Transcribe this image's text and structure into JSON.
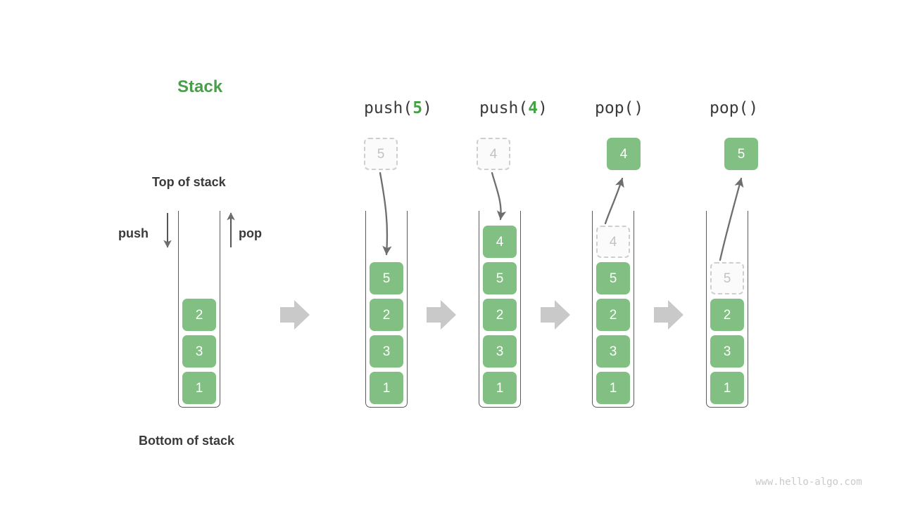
{
  "title": "Stack",
  "labels": {
    "top_of_stack": "Top of stack",
    "bottom_of_stack": "Bottom of stack",
    "push": "push",
    "pop": "pop"
  },
  "watermark": "www.hello-algo.com",
  "colors": {
    "node_green": "#81c082",
    "title_green": "#4a9e4a",
    "arg_green": "#46a046",
    "ghost_fill": "#fbfbfb",
    "ghost_border": "#cfcfcf",
    "ghost_text": "#c2c2c2",
    "container_stroke": "#5a5a5a",
    "arrow_grey": "#6e6e6e",
    "transition_arrow": "#c9c9c9",
    "text_dark": "#3a3a3a",
    "watermark_grey": "#c9c9c9"
  },
  "steps": [
    {
      "id": "initial",
      "header": "",
      "header_prefix": "",
      "header_arg": "",
      "header_suffix": "",
      "stack": [
        "2",
        "3",
        "1"
      ],
      "incoming": null,
      "outgoing": null,
      "ghost_in_stack": null
    },
    {
      "id": "push-5",
      "header": "push(5)",
      "header_prefix": "push(",
      "header_arg": "5",
      "header_suffix": ")",
      "stack": [
        "5",
        "2",
        "3",
        "1"
      ],
      "incoming": "5",
      "outgoing": null,
      "ghost_in_stack": null
    },
    {
      "id": "push-4",
      "header": "push(4)",
      "header_prefix": "push(",
      "header_arg": "4",
      "header_suffix": ")",
      "stack": [
        "4",
        "5",
        "2",
        "3",
        "1"
      ],
      "incoming": "4",
      "outgoing": null,
      "ghost_in_stack": null
    },
    {
      "id": "pop-1",
      "header": "pop()",
      "header_prefix": "pop(",
      "header_arg": "",
      "header_suffix": ")",
      "stack": [
        "5",
        "2",
        "3",
        "1"
      ],
      "incoming": null,
      "outgoing": "4",
      "ghost_in_stack": "4"
    },
    {
      "id": "pop-2",
      "header": "pop()",
      "header_prefix": "pop(",
      "header_arg": "",
      "header_suffix": ")",
      "stack": [
        "2",
        "3",
        "1"
      ],
      "incoming": null,
      "outgoing": "5",
      "ghost_in_stack": "5"
    }
  ]
}
